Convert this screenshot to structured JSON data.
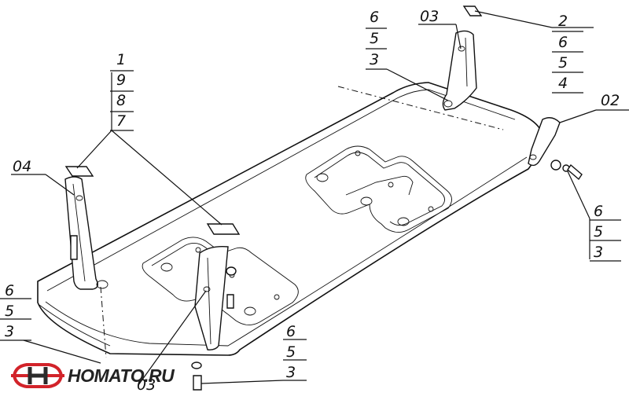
{
  "labels": {
    "top_left_stack": [
      "1",
      "9",
      "8",
      "7"
    ],
    "left_bracket": "04",
    "top_right_bracket": "03",
    "top_right_stack": [
      "2",
      "6",
      "5",
      "4"
    ],
    "top_center_stack": [
      "6",
      "5",
      "3"
    ],
    "right_bracket": "02",
    "right_stack": [
      "6",
      "5",
      "3"
    ],
    "bottom_left_stack": [
      "6",
      "5",
      "3"
    ],
    "bottom_right_stack": [
      "6",
      "5",
      "3"
    ],
    "front_bracket": "03"
  },
  "logo": {
    "text": "HOMATO.RU"
  },
  "colors": {
    "logo_red": "#d2232a",
    "logo_dark": "#2b2b2b"
  }
}
